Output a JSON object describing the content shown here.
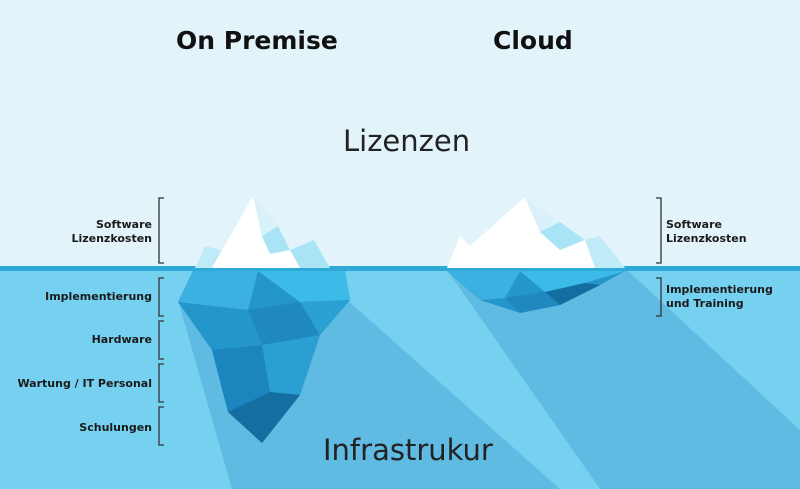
{
  "headings": {
    "left": "On Premise",
    "right": "Cloud"
  },
  "labels": {
    "above": "Lizenzen",
    "below": "Infrastrukur"
  },
  "on_premise_costs": [
    {
      "lines": [
        "Software",
        "Lizenzkosten"
      ]
    },
    {
      "lines": [
        "Implementierung"
      ]
    },
    {
      "lines": [
        "Hardware"
      ]
    },
    {
      "lines": [
        "Wartung / IT Personal"
      ]
    },
    {
      "lines": [
        "Schulungen"
      ]
    }
  ],
  "cloud_costs": [
    {
      "lines": [
        "Software",
        "Lizenzkosten"
      ]
    },
    {
      "lines": [
        "Implementierung",
        "und Training"
      ]
    }
  ],
  "colors": {
    "sky": "#e2f3fa",
    "water": "#76d1f1",
    "waterline": "#2ea9d8",
    "ice_dark": "#1f8fc2",
    "ice_mid": "#2fa7d8",
    "ice_light": "#a8e4f6"
  }
}
